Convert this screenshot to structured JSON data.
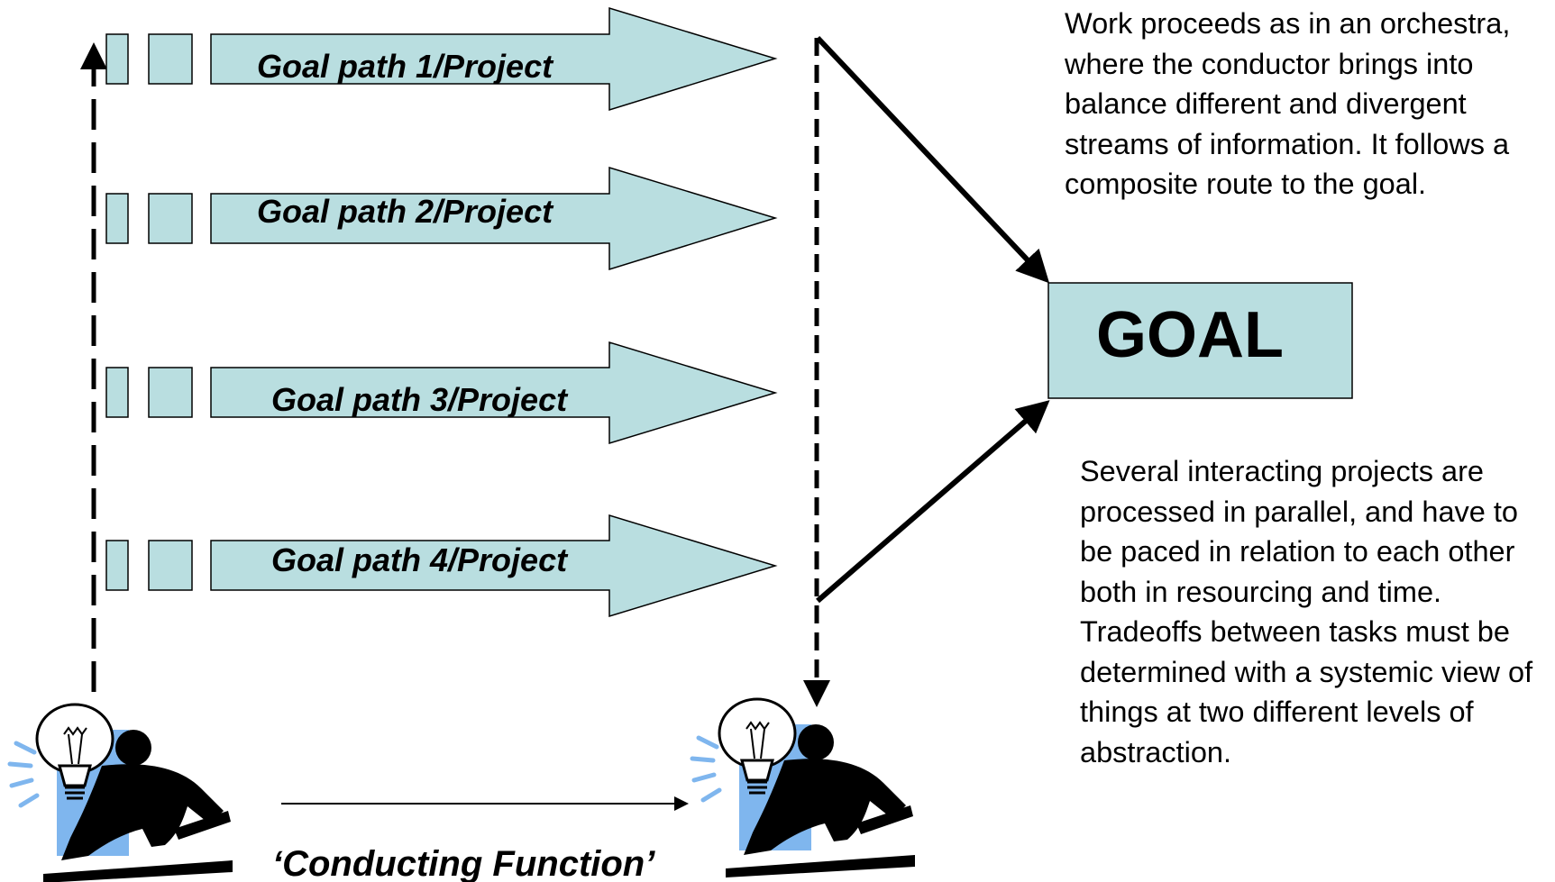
{
  "goal_paths": [
    {
      "label": "Goal path 1/Project"
    },
    {
      "label": "Goal path 2/Project"
    },
    {
      "label": "Goal path 3/Project"
    },
    {
      "label": "Goal path 4/Project"
    }
  ],
  "goal": {
    "label": "GOAL"
  },
  "conducting_function": {
    "label": "‘Conducting Function’"
  },
  "description_top": "Work proceeds as in an orchestra, where the conductor brings into balance different and divergent streams of information. It follows a composite route to the goal.",
  "description_bottom": "Several interacting projects are processed in parallel, and have to be paced in relation to each other both in resourcing and time. Tradeoffs between tasks must be determined with a systemic view of things at two different levels of abstraction.",
  "colors": {
    "shape_fill": "#b9dee0",
    "outline": "#000000",
    "bulb_backdrop": "#7fb6ee"
  }
}
